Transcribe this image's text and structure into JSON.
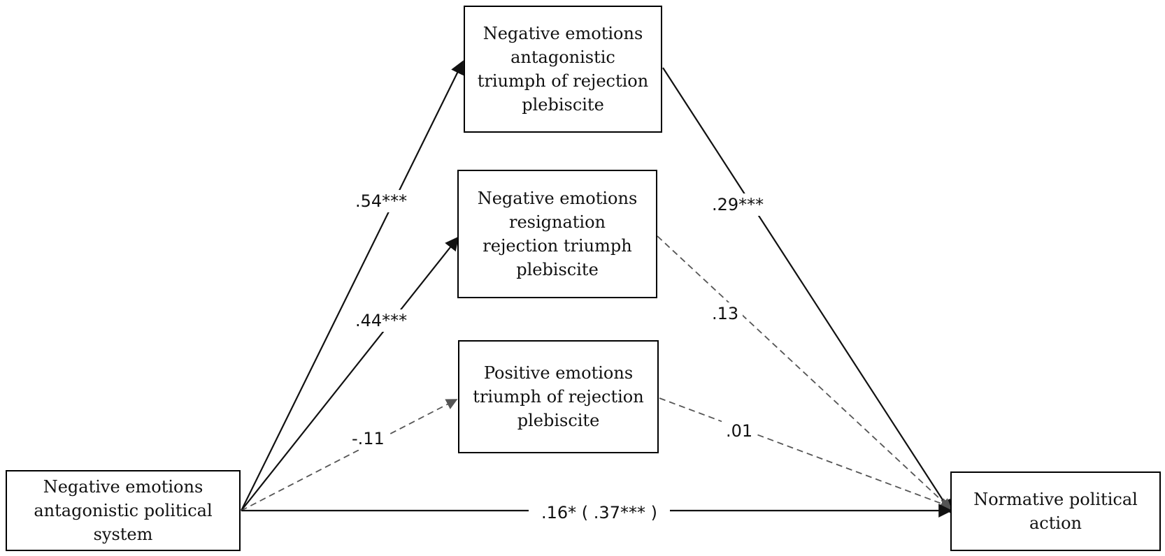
{
  "nodes": {
    "predictor": {
      "label_lines": [
        "Negative emotions",
        "antagonistic political",
        "system"
      ]
    },
    "mediator_1": {
      "label_lines": [
        "Negative emotions",
        "antagonistic",
        "triumph of rejection",
        "plebiscite"
      ]
    },
    "mediator_2": {
      "label_lines": [
        "Negative emotions",
        "resignation",
        "rejection triumph",
        "plebiscite"
      ]
    },
    "mediator_3": {
      "label_lines": [
        "Positive emotions",
        "triumph of rejection",
        "plebiscite"
      ]
    },
    "outcome": {
      "label_lines": [
        "Normative political",
        "action"
      ]
    }
  },
  "coefficients": {
    "a1": ".54***",
    "a2": ".44***",
    "a3": "-.11",
    "b1": ".29***",
    "b2": ".13",
    "b3": ".01",
    "c": ".16* ( .37*** )"
  },
  "colors": {
    "solid_path": "#111111",
    "dashed_path": "#555555",
    "box_border": "#000000"
  }
}
